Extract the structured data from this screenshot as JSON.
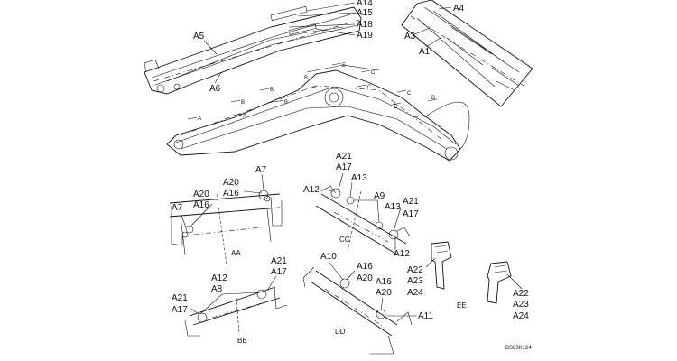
{
  "labels": {
    "A14": "A14",
    "A15": "A15",
    "A18": "A18",
    "A19": "A19",
    "A5": "A5",
    "A6": "A6",
    "A4": "A4",
    "A3": "A3",
    "A1": "A1",
    "A20": "A20",
    "A16": "A16",
    "A7": "A7",
    "A21": "A21",
    "A17": "A17",
    "A13": "A13",
    "A12": "A12",
    "A9": "A9",
    "A22": "A22",
    "A23": "A23",
    "A24": "A24",
    "A10": "A10",
    "A8": "A8",
    "A11": "A11"
  },
  "section_letters": {
    "A": "A",
    "B": "B",
    "C": "C",
    "D": "D",
    "E": "E"
  },
  "section_titles": {
    "AA": "AA",
    "BB": "BB",
    "CC": "CC",
    "DD": "DD",
    "EE": "EE"
  },
  "drawing_code": "BS03K124"
}
